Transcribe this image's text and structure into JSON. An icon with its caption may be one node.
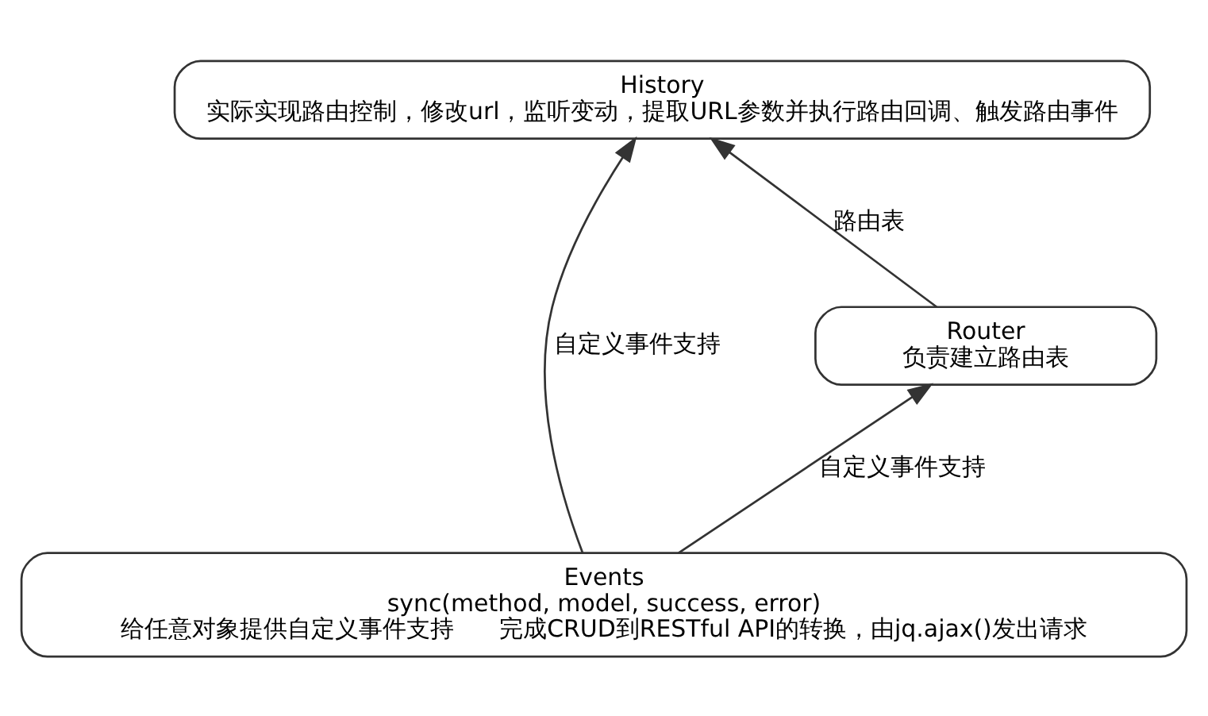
{
  "diagram": {
    "nodes": [
      {
        "text": [
          "History",
          "实际实现路由控制，修改url，监听变动，提取URL参数并执行路由回调、触发路由事件"
        ]
      },
      {
        "text": [
          "Router",
          "负责建立路由表"
        ]
      },
      {
        "text": [
          "Events",
          "sync(method, model, success, error)",
          "给任意对象提供自定义事件支持      完成CRUD到RESTful API的转换，由jq.ajax()发出请求"
        ]
      }
    ],
    "edges": [
      {
        "from": 1,
        "to": 0,
        "arrow": "to",
        "label": "路由表"
      },
      {
        "from": 2,
        "to": 1,
        "arrow": "to",
        "label": "自定义事件支持"
      },
      {
        "from": 2,
        "to": 0,
        "arrow": "to",
        "label": "自定义事件支持"
      }
    ]
  }
}
